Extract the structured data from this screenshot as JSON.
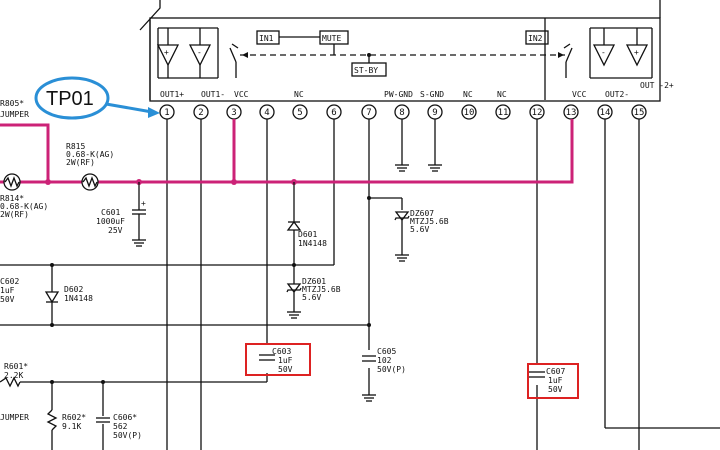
{
  "callout": {
    "label": "TP01",
    "color": "#2a8fd6"
  },
  "colors": {
    "power_rail": "#cc2277",
    "highlight_box": "#dd2222",
    "wire": "#111111"
  },
  "ic": {
    "pins": [
      {
        "num": "1",
        "name": "OUT1+"
      },
      {
        "num": "2",
        "name": "OUT1-"
      },
      {
        "num": "3",
        "name": "VCC"
      },
      {
        "num": "4",
        "name": ""
      },
      {
        "num": "5",
        "name": "NC"
      },
      {
        "num": "6",
        "name": ""
      },
      {
        "num": "7",
        "name": ""
      },
      {
        "num": "8",
        "name": "PW-GND"
      },
      {
        "num": "9",
        "name": "S-GND"
      },
      {
        "num": "10",
        "name": "NC"
      },
      {
        "num": "11",
        "name": "NC"
      },
      {
        "num": "12",
        "name": ""
      },
      {
        "num": "13",
        "name": "VCC"
      },
      {
        "num": "14",
        "name": "OUT2-"
      },
      {
        "num": "15",
        "name": "OUT -2+"
      }
    ],
    "blocks": {
      "in1": "IN1",
      "mute": "MUTE",
      "stby": "ST-BY",
      "in2": "IN2"
    }
  },
  "components": {
    "r805": "R805*",
    "r805_sub": "JUMPER",
    "r815": "R815",
    "r815_val": "0.68-K(AG)",
    "r815_pw": "2W(RF)",
    "r814": "R814*",
    "r814_val": "0.68-K(AG)",
    "r814_pw": "2W(RF)",
    "c601": "C601",
    "c601_val": "1000uF",
    "c601_v": "25V",
    "d601": "D601",
    "d601_val": "1N4148",
    "dz601": "DZ601",
    "dz601_val": "MTZJ5.6B",
    "dz601_v": "5.6V",
    "dz607": "DZ607",
    "dz607_val": "MTZJ5.6B",
    "dz607_v": "5.6V",
    "c602": "C602",
    "c602_val": "1uF",
    "c602_v": "50V",
    "d602": "D602",
    "d602_val": "1N4148",
    "c603": "C603",
    "c603_val": "1uF",
    "c603_v": "50V",
    "c605": "C605",
    "c605_val": "102",
    "c605_v": "50V(P)",
    "c607": "C607",
    "c607_val": "1uF",
    "c607_v": "50V",
    "r601": "R601*",
    "r601_val": "2.2K",
    "r601_sub": "JUMPER",
    "r602": "R602*",
    "r602_val": "9.1K",
    "c606": "C606*",
    "c606_val": "562",
    "c606_v": "50V(P)"
  }
}
